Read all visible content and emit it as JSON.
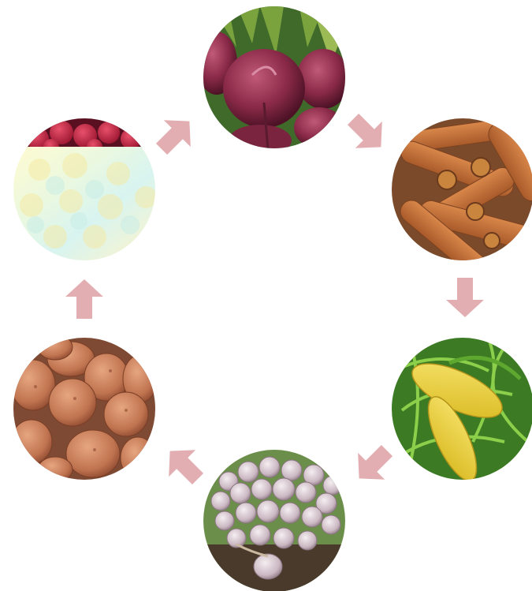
{
  "diagram": {
    "type": "crop-rotation-cycle",
    "arrow_color": "#e2aeb1",
    "nodes": [
      {
        "id": "beets",
        "subject": "beetroot",
        "icon": "beet-photo"
      },
      {
        "id": "carrots",
        "subject": "carrots",
        "icon": "carrot-photo"
      },
      {
        "id": "squash",
        "subject": "yellow zucchini",
        "icon": "squash-photo"
      },
      {
        "id": "garlic",
        "subject": "garlic",
        "icon": "garlic-photo"
      },
      {
        "id": "potatoes",
        "subject": "potatoes",
        "icon": "potato-photo"
      },
      {
        "id": "berries",
        "subject": "raspberries",
        "icon": "raspberry-photo"
      }
    ],
    "arrows": [
      {
        "from": "beets",
        "to": "carrots"
      },
      {
        "from": "carrots",
        "to": "squash"
      },
      {
        "from": "squash",
        "to": "garlic"
      },
      {
        "from": "garlic",
        "to": "potatoes"
      },
      {
        "from": "potatoes",
        "to": "berries"
      },
      {
        "from": "berries",
        "to": "beets"
      }
    ]
  }
}
